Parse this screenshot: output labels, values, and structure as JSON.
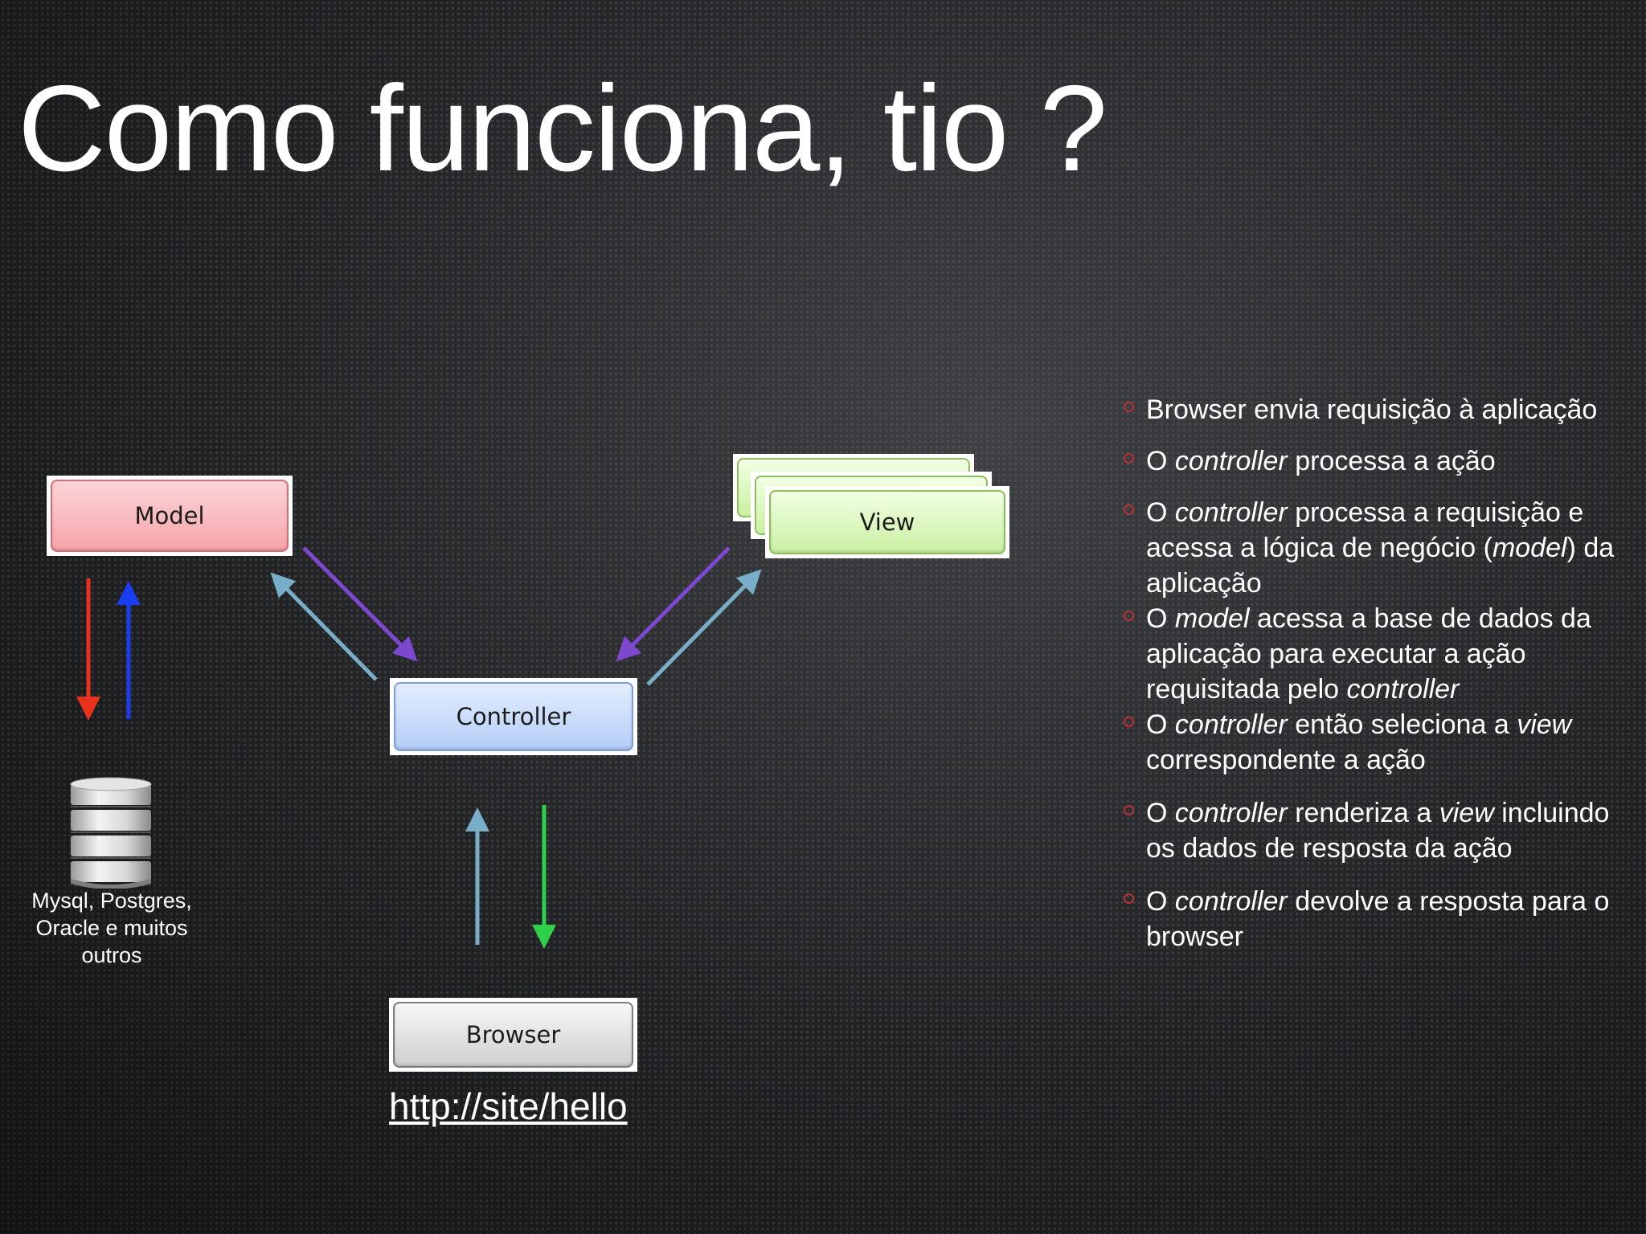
{
  "slide": {
    "title": "Como funciona, tio ?"
  },
  "diagram": {
    "model_label": "Model",
    "view_label": "View",
    "controller_label": "Controller",
    "browser_label": "Browser",
    "database_caption": [
      "Mysql, Postgres,",
      "Oracle e muitos",
      "outros"
    ],
    "url": "http://site/hello",
    "arrow_colors": {
      "red": "#e8321c",
      "blue": "#1a3df0",
      "purple": "#7d48cf",
      "light_blue": "#78aec8",
      "green": "#2fd04a"
    }
  },
  "bullets": [
    {
      "parts": [
        {
          "text": "Browser envia requisição à aplicação",
          "italic": false
        }
      ]
    },
    {
      "parts": [
        {
          "text": "O ",
          "italic": false
        },
        {
          "text": "controller",
          "italic": true
        },
        {
          "text": " processa a ação",
          "italic": false
        }
      ]
    },
    {
      "parts": [
        {
          "text": "O ",
          "italic": false
        },
        {
          "text": "controller",
          "italic": true
        },
        {
          "text": " processa a requisição e acessa a lógica de negócio (",
          "italic": false
        },
        {
          "text": "model",
          "italic": true
        },
        {
          "text": ") da aplicação",
          "italic": false
        }
      ]
    },
    {
      "parts": [
        {
          "text": "O ",
          "italic": false
        },
        {
          "text": "model",
          "italic": true
        },
        {
          "text": " acessa a base de dados da aplicação para executar a ação requisitada pelo ",
          "italic": false
        },
        {
          "text": "controller",
          "italic": true
        }
      ]
    },
    {
      "parts": [
        {
          "text": "O ",
          "italic": false
        },
        {
          "text": "controller",
          "italic": true
        },
        {
          "text": " então seleciona a ",
          "italic": false
        },
        {
          "text": "view",
          "italic": true
        },
        {
          "text": " correspondente a ação",
          "italic": false
        }
      ]
    },
    {
      "parts": [
        {
          "text": "O ",
          "italic": false
        },
        {
          "text": "controller",
          "italic": true
        },
        {
          "text": " renderiza a ",
          "italic": false
        },
        {
          "text": "view",
          "italic": true
        },
        {
          "text": " incluindo os dados de resposta da ação",
          "italic": false
        }
      ]
    },
    {
      "parts": [
        {
          "text": "O ",
          "italic": false
        },
        {
          "text": "controller",
          "italic": true
        },
        {
          "text": " devolve a resposta para o browser",
          "italic": false
        }
      ]
    }
  ]
}
